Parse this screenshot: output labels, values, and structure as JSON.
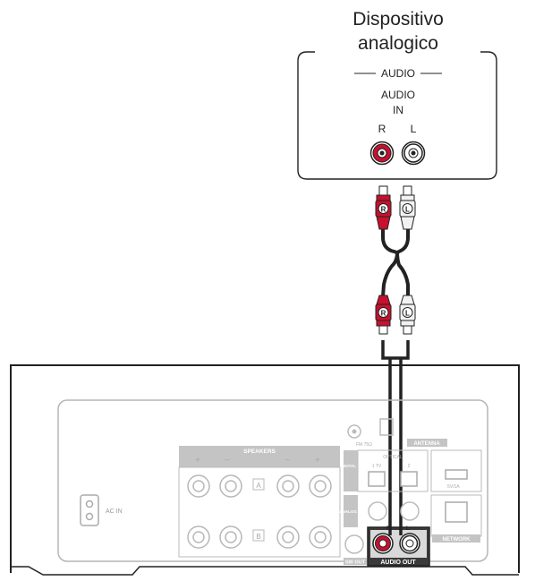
{
  "device": {
    "title_line1": "Dispositivo",
    "title_line2": "analogico",
    "audio_header": "AUDIO",
    "audio_in_line1": "AUDIO",
    "audio_in_line2": "IN",
    "jack_r_label": "R",
    "jack_l_label": "L"
  },
  "cable": {
    "plug_r_mark": "R",
    "plug_l_mark": "L"
  },
  "receiver": {
    "ac_in": "AC IN",
    "speakers": "SPEAKERS",
    "speaker_a": "A",
    "speaker_b": "B",
    "digital_in": "DIGITAL IN",
    "optical": "OPTICAL",
    "optical_1": "1 TV",
    "optical_2": "2",
    "analog_in": "ANALOG IN",
    "sw_out": "SW OUT",
    "audio_out": "AUDIO OUT",
    "audio_out_r": "R",
    "audio_out_l": "L",
    "antenna": "ANTENNA",
    "fm_label": "FM 75Ω",
    "usb_rating": "5V/1A",
    "network": "NETWORK"
  },
  "colors": {
    "red_jack": "#c8102e",
    "white_plug": "#f2f2f2",
    "panel_gray": "#b5b5b5",
    "panel_dark": "#3a3a3a",
    "line": "#222222"
  }
}
